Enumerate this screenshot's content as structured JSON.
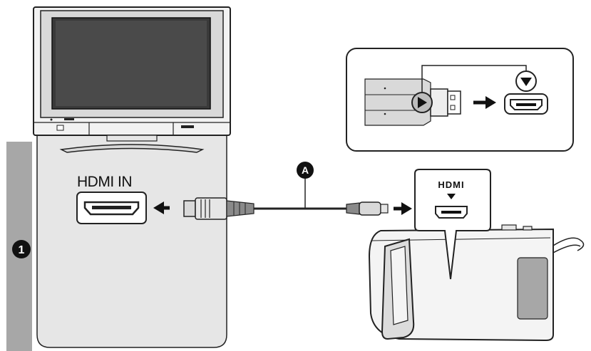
{
  "tv_input_label": "HDMI IN",
  "camera_port_label": "HDMI",
  "cable_marker": "A",
  "step_number": "1",
  "colors": {
    "outline": "#222222",
    "panel_gray": "#e6e6e6",
    "sidebar_gray": "#a7a7a7",
    "screen_dark": "#3a3a3a"
  },
  "icons": [
    "tv-icon",
    "hdmi-cable-icon",
    "camcorder-icon",
    "play-triangle-icon",
    "arrow-icon"
  ]
}
